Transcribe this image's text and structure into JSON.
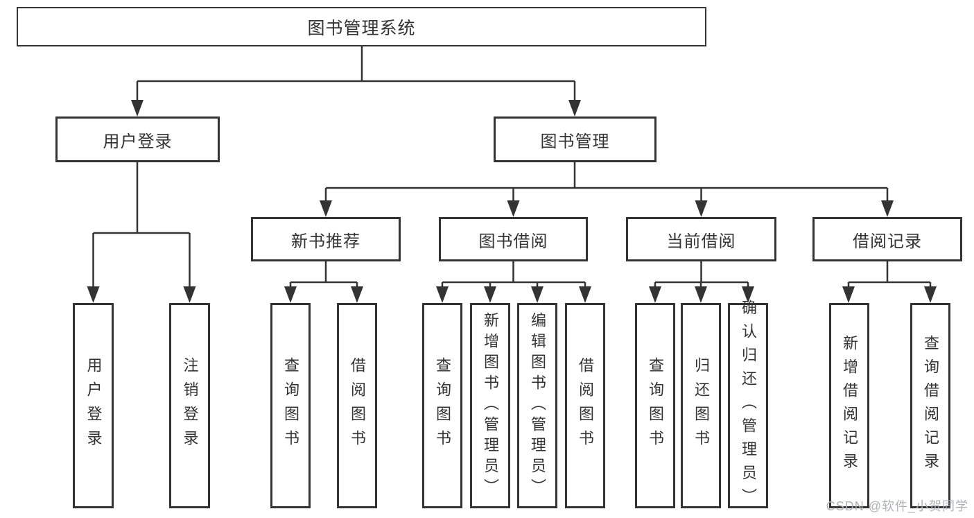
{
  "diagram_title": "图书管理系统",
  "colors": {
    "line": "#333333",
    "text": "#333333",
    "box_background": "#ffffff",
    "watermark": "#aeb2b5"
  },
  "tree": {
    "root": {
      "label": "图书管理系统"
    },
    "branches": [
      {
        "label": "用户登录",
        "children": [
          {
            "label": "用户登录"
          },
          {
            "label": "注销登录"
          }
        ]
      },
      {
        "label": "图书管理",
        "children": [
          {
            "label": "新书推荐",
            "children": [
              {
                "label": "查询图书"
              },
              {
                "label": "借阅图书"
              }
            ]
          },
          {
            "label": "图书借阅",
            "children": [
              {
                "label": "查询图书"
              },
              {
                "label": "新增图书（管理员）"
              },
              {
                "label": "编辑图书（管理员）"
              },
              {
                "label": "借阅图书"
              }
            ]
          },
          {
            "label": "当前借阅",
            "children": [
              {
                "label": "查询图书"
              },
              {
                "label": "归还图书"
              },
              {
                "label": "确认归还（管理员）"
              }
            ]
          },
          {
            "label": "借阅记录",
            "children": [
              {
                "label": "新增借阅记录"
              },
              {
                "label": "查询借阅记录"
              }
            ]
          }
        ]
      }
    ]
  },
  "watermark": {
    "text": "CSDN @软件_小贺同学"
  }
}
